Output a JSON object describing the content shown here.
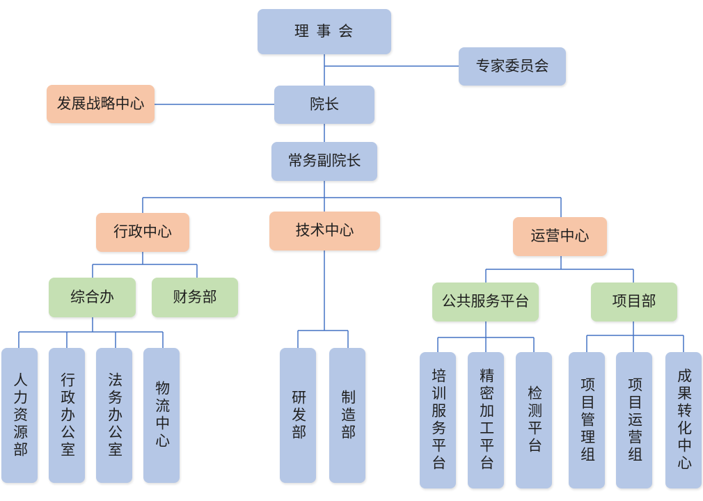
{
  "top": {
    "board": "理 事 会",
    "experts": "专家委员会",
    "president": "院长",
    "strategy": "发展战略中心",
    "exec_vp": "常务副院长"
  },
  "centers": {
    "admin": "行政中心",
    "tech": "技术中心",
    "ops": "运营中心"
  },
  "admin": {
    "general_office": "综合办",
    "finance": "财务部",
    "units": [
      "人力资源部",
      "行政办公室",
      "法务办公室",
      "物流中心"
    ]
  },
  "tech": {
    "units": [
      "研发部",
      "制造部"
    ]
  },
  "ops": {
    "public_platform": "公共服务平台",
    "project_dept": "项目部",
    "platform_units": [
      "培训服务平台",
      "精密加工平台",
      "检测平台"
    ],
    "project_units": [
      "项目管理组",
      "项目运营组",
      "成果转化中心"
    ]
  }
}
